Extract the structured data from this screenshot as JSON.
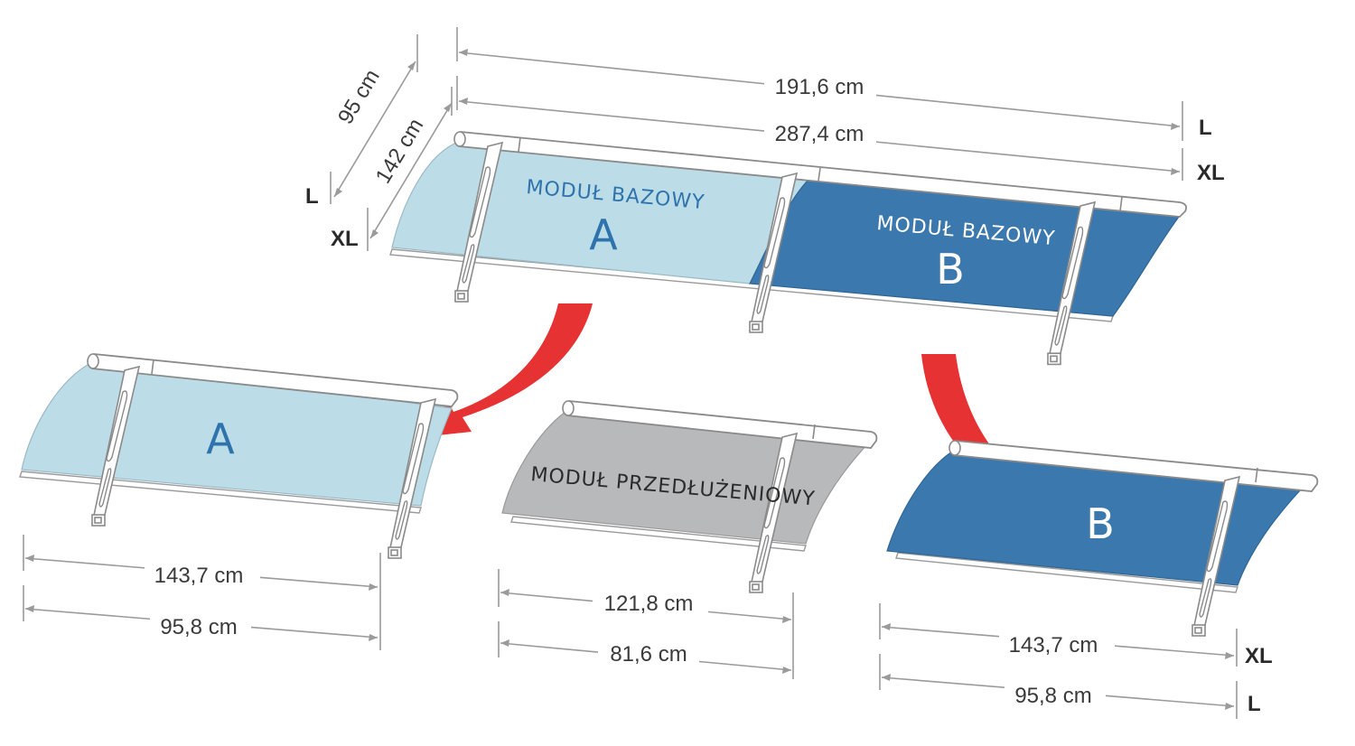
{
  "colors": {
    "module_a": "#bcdde7",
    "module_b": "#3b78ad",
    "module_extension": "#b8b9ba",
    "arrow": "#e63232",
    "label_a_text": "#2f73ad",
    "label_on_dark": "#ffffff",
    "label_on_grey": "#2b2b2b"
  },
  "top_assembly": {
    "depth_l": "95 cm",
    "depth_xl": "142 cm",
    "width_l": "191,6 cm",
    "width_xl": "287,4 cm",
    "tag_l_left": "L",
    "tag_xl_left": "XL",
    "tag_l_right": "L",
    "tag_xl_right": "XL",
    "module_a_title": "MODUŁ BAZOWY",
    "module_a_letter": "A",
    "module_b_title": "MODUŁ BAZOWY",
    "module_b_letter": "B"
  },
  "module_a": {
    "letter": "A",
    "width_xl": "143,7 cm",
    "width_l": "95,8 cm"
  },
  "module_extension": {
    "title": "MODUŁ PRZEDŁUŻENIOWY",
    "width_xl": "121,8 cm",
    "width_l": "81,6 cm"
  },
  "module_b": {
    "letter": "B",
    "width_xl": "143,7 cm",
    "width_l": "95,8 cm",
    "tag_xl": "XL",
    "tag_l": "L"
  }
}
